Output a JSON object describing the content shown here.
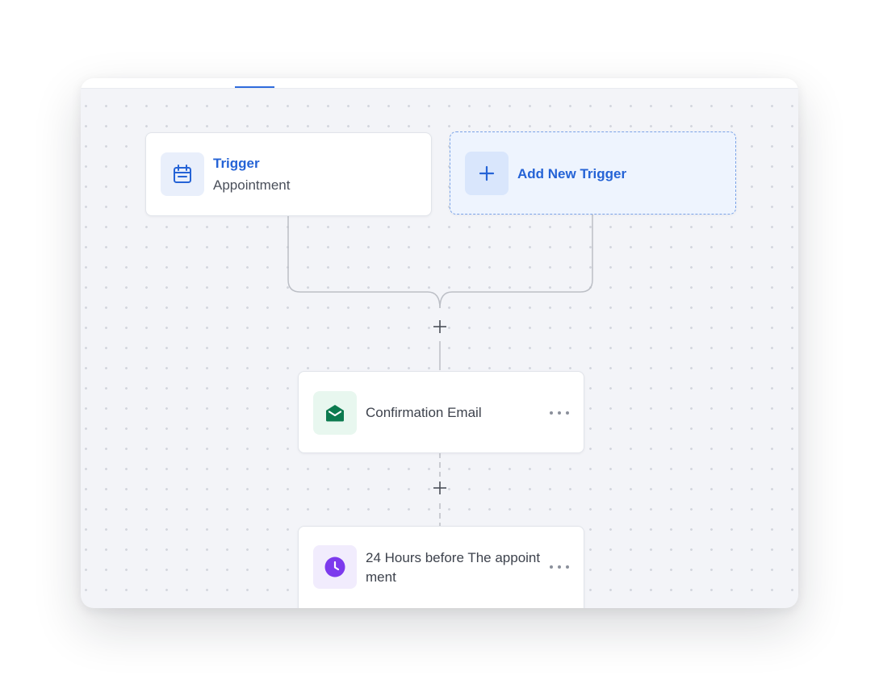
{
  "trigger_card": {
    "title": "Trigger",
    "subtitle": "Appointment",
    "icon": "calendar-icon"
  },
  "add_trigger_card": {
    "label": "Add New Trigger",
    "icon": "plus-icon"
  },
  "steps": [
    {
      "label": "Confirmation Email",
      "icon": "envelope-open-icon",
      "icon_color": "#0c7a4f"
    },
    {
      "label": "24 Hours before The appointment",
      "icon": "clock-icon",
      "icon_color": "#7c3aed"
    }
  ],
  "colors": {
    "accent": "#2563d6",
    "canvas": "#f3f4f8",
    "connector": "#bcbfc6"
  }
}
